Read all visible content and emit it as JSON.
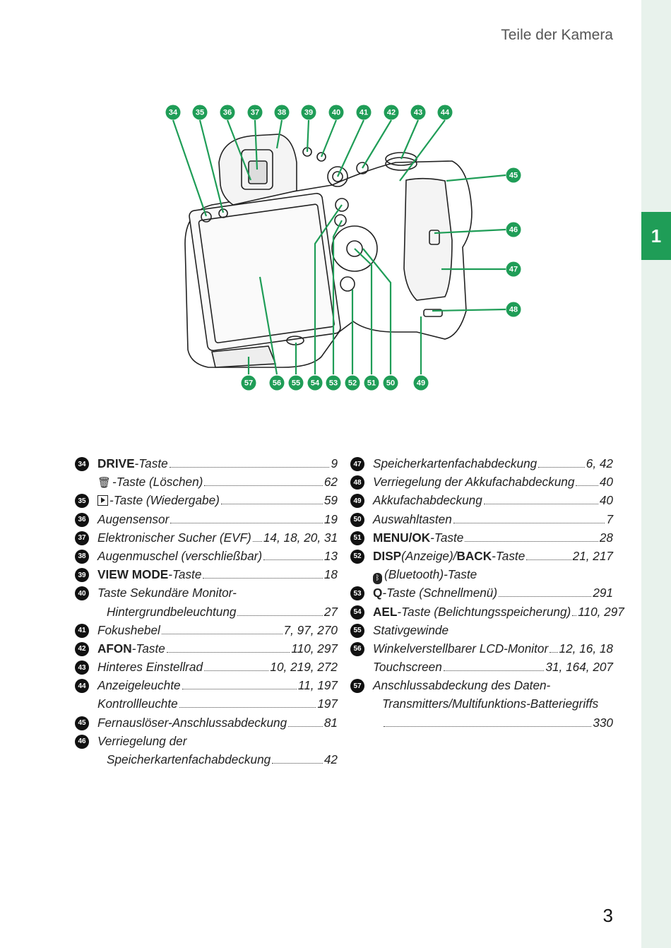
{
  "header": {
    "title": "Teile der Kamera"
  },
  "chapter_tab": {
    "label": "1"
  },
  "page_number": "3",
  "diagram": {
    "callouts": [
      "34",
      "35",
      "36",
      "37",
      "38",
      "39",
      "40",
      "41",
      "42",
      "43",
      "44",
      "45",
      "46",
      "47",
      "48",
      "49",
      "50",
      "51",
      "52",
      "53",
      "54",
      "55",
      "56",
      "57"
    ]
  },
  "legend": {
    "left": [
      {
        "num": "34",
        "parts": [
          {
            "t": "DRIVE",
            "b": true
          },
          {
            "t": "-Taste"
          }
        ],
        "pages": "9"
      },
      {
        "num": "",
        "icon": "trash",
        "parts": [
          {
            "t": "-Taste (Löschen)"
          }
        ],
        "pages": "62"
      },
      {
        "num": "35",
        "icon": "play",
        "parts": [
          {
            "t": "-Taste (Wiedergabe)"
          }
        ],
        "pages": "59"
      },
      {
        "num": "36",
        "parts": [
          {
            "t": "Augensensor"
          }
        ],
        "pages": "19"
      },
      {
        "num": "37",
        "parts": [
          {
            "t": "Elektronischer Sucher (EVF)"
          }
        ],
        "pages": "14, 18, 20, 31"
      },
      {
        "num": "38",
        "parts": [
          {
            "t": "Augenmuschel (verschließbar)"
          }
        ],
        "pages": "13"
      },
      {
        "num": "39",
        "parts": [
          {
            "t": "VIEW MODE",
            "b": true
          },
          {
            "t": "-Taste"
          }
        ],
        "pages": "18"
      },
      {
        "num": "40",
        "parts": [
          {
            "t": "Taste Sekundäre Monitor-"
          }
        ],
        "pages": ""
      },
      {
        "num": "",
        "indent": true,
        "parts": [
          {
            "t": "Hintergrundbeleuchtung"
          }
        ],
        "pages": "27"
      },
      {
        "num": "41",
        "parts": [
          {
            "t": "Fokushebel"
          }
        ],
        "pages": "7, 97, 270"
      },
      {
        "num": "42",
        "parts": [
          {
            "t": "AFON",
            "b": true
          },
          {
            "t": "-Taste"
          }
        ],
        "pages": "110, 297"
      },
      {
        "num": "43",
        "parts": [
          {
            "t": "Hinteres Einstellrad"
          }
        ],
        "pages": "10, 219, 272"
      },
      {
        "num": "44",
        "parts": [
          {
            "t": "Anzeigeleuchte"
          }
        ],
        "pages": "11, 197"
      },
      {
        "num": "",
        "parts": [
          {
            "t": "Kontrollleuchte"
          }
        ],
        "pages": "197"
      },
      {
        "num": "45",
        "parts": [
          {
            "t": "Fernauslöser-Anschlussabdeckung"
          }
        ],
        "pages": "81"
      },
      {
        "num": "46",
        "parts": [
          {
            "t": "Verriegelung der"
          }
        ],
        "pages": ""
      },
      {
        "num": "",
        "indent": true,
        "parts": [
          {
            "t": "Speicherkartenfachabdeckung"
          }
        ],
        "pages": "42"
      }
    ],
    "right": [
      {
        "num": "47",
        "parts": [
          {
            "t": "Speicherkartenfachabdeckung"
          }
        ],
        "pages": "6, 42"
      },
      {
        "num": "48",
        "parts": [
          {
            "t": "Verriegelung der Akkufachabdeckung"
          }
        ],
        "pages": "40"
      },
      {
        "num": "49",
        "parts": [
          {
            "t": "Akkufachabdeckung"
          }
        ],
        "pages": "40"
      },
      {
        "num": "50",
        "parts": [
          {
            "t": "Auswahltasten"
          }
        ],
        "pages": "7"
      },
      {
        "num": "51",
        "parts": [
          {
            "t": "MENU/OK",
            "b": true
          },
          {
            "t": "-Taste"
          }
        ],
        "pages": "28"
      },
      {
        "num": "52",
        "parts": [
          {
            "t": "DISP",
            "b": true
          },
          {
            "t": " (Anzeige)/"
          },
          {
            "t": "BACK",
            "b": true
          },
          {
            "t": "-Taste"
          }
        ],
        "pages": "21, 217"
      },
      {
        "num": "",
        "icon": "bt",
        "parts": [
          {
            "t": "(Bluetooth)-Taste"
          }
        ],
        "pages": ""
      },
      {
        "num": "53",
        "parts": [
          {
            "t": "Q",
            "b": true
          },
          {
            "t": "-Taste (Schnellmenü)"
          }
        ],
        "pages": "291"
      },
      {
        "num": "54",
        "parts": [
          {
            "t": "AEL",
            "b": true
          },
          {
            "t": "-Taste (Belichtungsspeicherung)"
          }
        ],
        "pages": "110, 297"
      },
      {
        "num": "55",
        "parts": [
          {
            "t": "Stativgewinde"
          }
        ],
        "pages": ""
      },
      {
        "num": "56",
        "parts": [
          {
            "t": "Winkelverstellbarer LCD-Monitor"
          }
        ],
        "pages": "12, 16, 18"
      },
      {
        "num": "",
        "parts": [
          {
            "t": "Touchscreen"
          }
        ],
        "pages": "31, 164, 207"
      },
      {
        "num": "57",
        "parts": [
          {
            "t": "Anschlussabdeckung des Daten-"
          }
        ],
        "pages": ""
      },
      {
        "num": "",
        "indent": true,
        "parts": [
          {
            "t": "Transmitters/Multifunktions-Batteriegriffs"
          }
        ],
        "pages": ""
      },
      {
        "num": "",
        "indent": true,
        "parts": [],
        "pages": "330"
      }
    ]
  },
  "colors": {
    "accent": "#1f9d57",
    "stripe": "#e8f2ec"
  }
}
